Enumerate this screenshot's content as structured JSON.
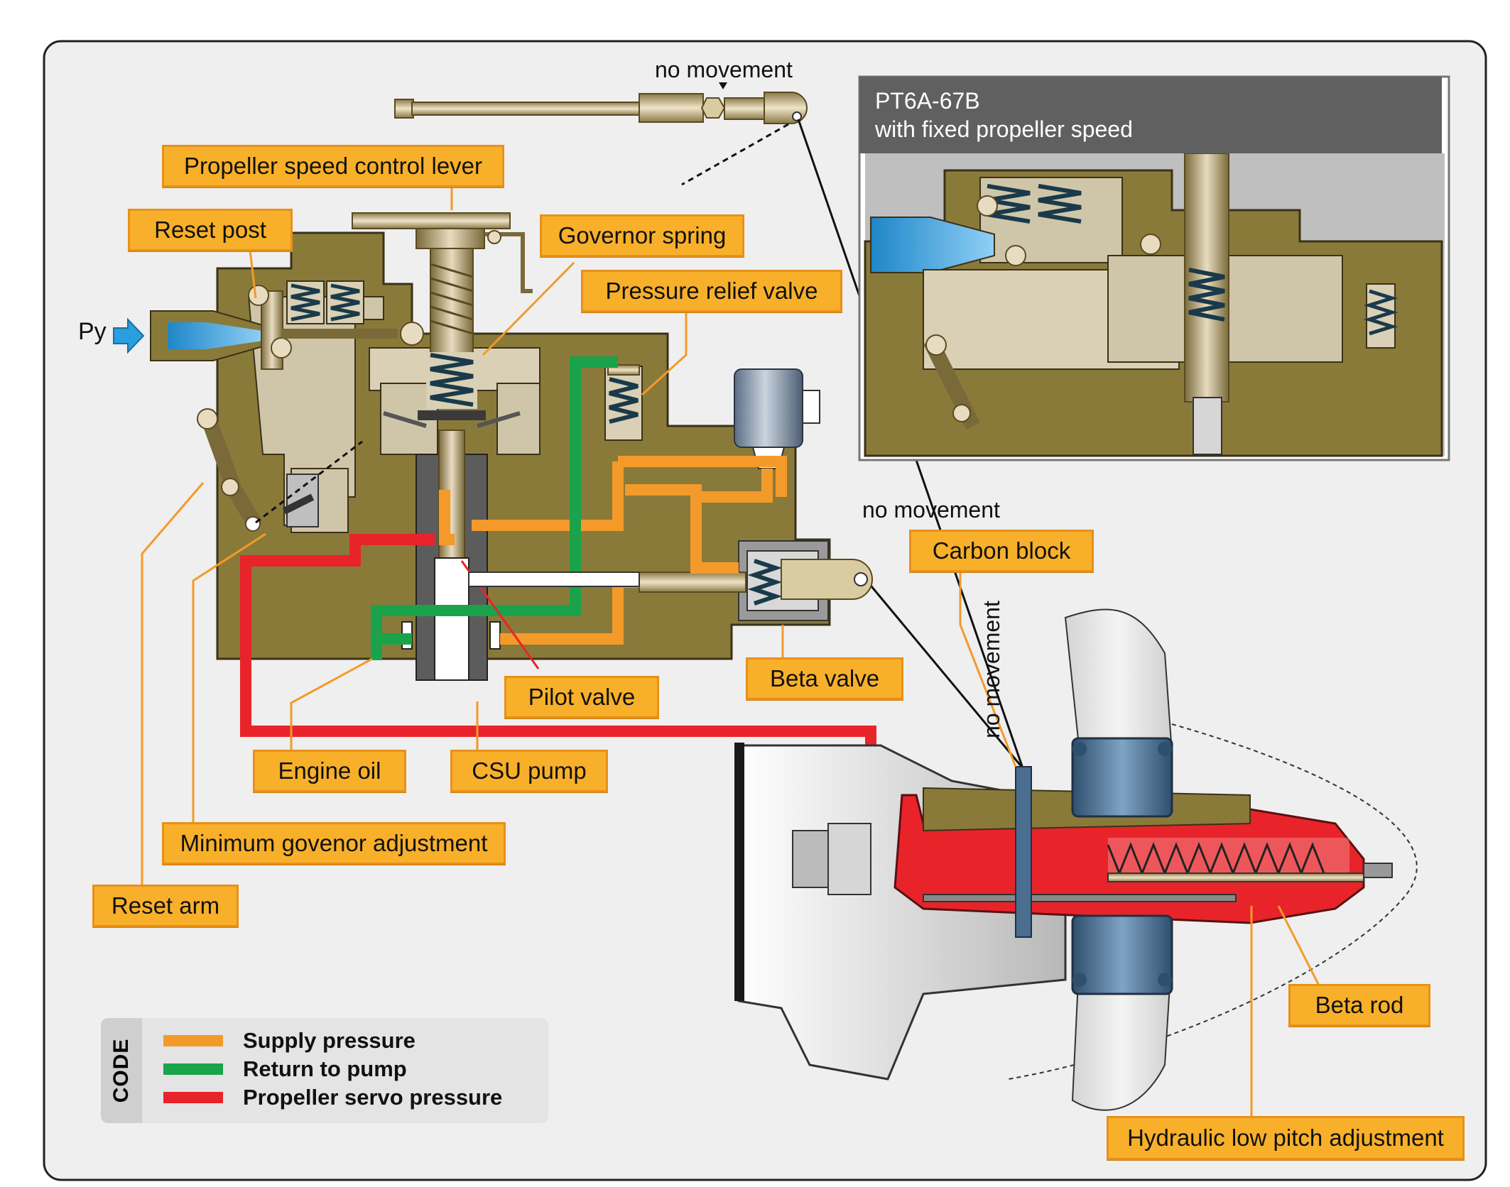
{
  "diagram": {
    "labels": {
      "no_movement_top": "no movement",
      "no_movement_beta": "no movement",
      "no_movement_vertical": "no movement",
      "py": "Py",
      "propeller_speed_control_lever": "Propeller speed control lever",
      "reset_post": "Reset post",
      "governor_spring": "Governor spring",
      "pressure_relief_valve": "Pressure relief valve",
      "carbon_block": "Carbon block",
      "beta_valve": "Beta valve",
      "pilot_valve": "Pilot valve",
      "engine_oil": "Engine oil",
      "csu_pump": "CSU pump",
      "minimum_govenor_adjustment": "Minimum govenor adjustment",
      "reset_arm": "Reset arm",
      "beta_rod": "Beta rod",
      "hydraulic_low_pitch_adjustment": "Hydraulic low pitch adjustment"
    },
    "inset": {
      "title_line1": "PT6A-67B",
      "title_line2": "with fixed propeller speed"
    },
    "legend": {
      "heading": "CODE",
      "items": [
        {
          "label": "Supply pressure",
          "color": "#f39a2a"
        },
        {
          "label": "Return to pump",
          "color": "#1aa34a"
        },
        {
          "label": "Propeller servo pressure",
          "color": "#e8242a"
        }
      ]
    },
    "colors": {
      "callout_fill": "#f8b02a",
      "housing": "#8a7a3a",
      "supply": "#f39a2a",
      "return": "#1aa34a",
      "servo": "#e8242a",
      "py_air": "#2a9fe0",
      "hub": "#4a6e90"
    }
  }
}
